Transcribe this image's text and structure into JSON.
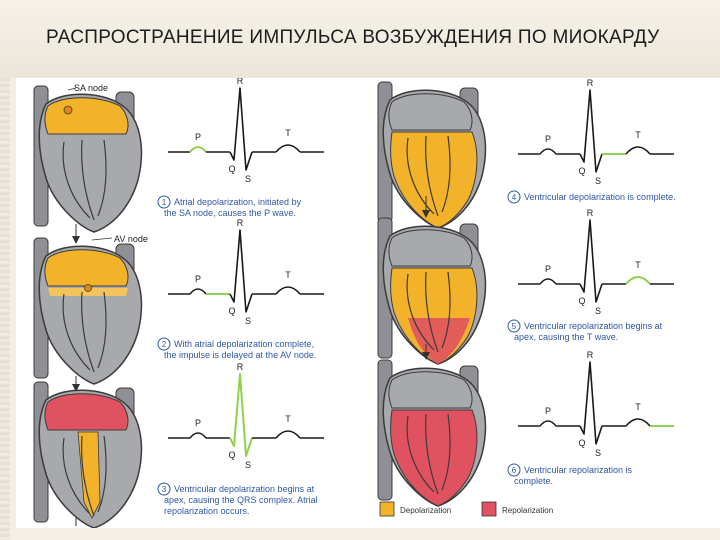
{
  "title": "РАСПРОСТРАНЕНИЕ ИМПУЛЬСА ВОЗБУЖДЕНИЯ ПО МИОКАРДУ",
  "labels": {
    "sa_node": "SA node",
    "av_node": "AV node"
  },
  "ecg_labels": {
    "p": "P",
    "q": "Q",
    "r": "R",
    "s": "S",
    "t": "T"
  },
  "steps": [
    {
      "num": "1",
      "line1": "Atrial depolarization, initiated by",
      "line2": "the SA node, causes the P wave.",
      "line3": ""
    },
    {
      "num": "2",
      "line1": "With atrial depolarization complete,",
      "line2": "the impulse is delayed at the AV node.",
      "line3": ""
    },
    {
      "num": "3",
      "line1": "Ventricular depolarization begins at",
      "line2": "apex, causing the QRS complex. Atrial",
      "line3": "repolarization occurs."
    },
    {
      "num": "4",
      "line1": "Ventricular depolarization is complete.",
      "line2": "",
      "line3": ""
    },
    {
      "num": "5",
      "line1": "Ventricular repolarization begins at",
      "line2": "apex, causing the T wave.",
      "line3": ""
    },
    {
      "num": "6",
      "line1": "Ventricular repolarization is",
      "line2": "complete.",
      "line3": ""
    }
  ],
  "legend": [
    {
      "label": "Depolarization",
      "color": "#f2b32a"
    },
    {
      "label": "Repolarization",
      "color": "#e0525f"
    }
  ],
  "colors": {
    "heart_gray": "#a7a9ad",
    "heart_outline": "#3b3b3b",
    "depolarization": "#f2b32a",
    "repolarization": "#e0525f",
    "ecg_highlight": "#8fd14f",
    "caption_blue": "#2f57a6"
  }
}
